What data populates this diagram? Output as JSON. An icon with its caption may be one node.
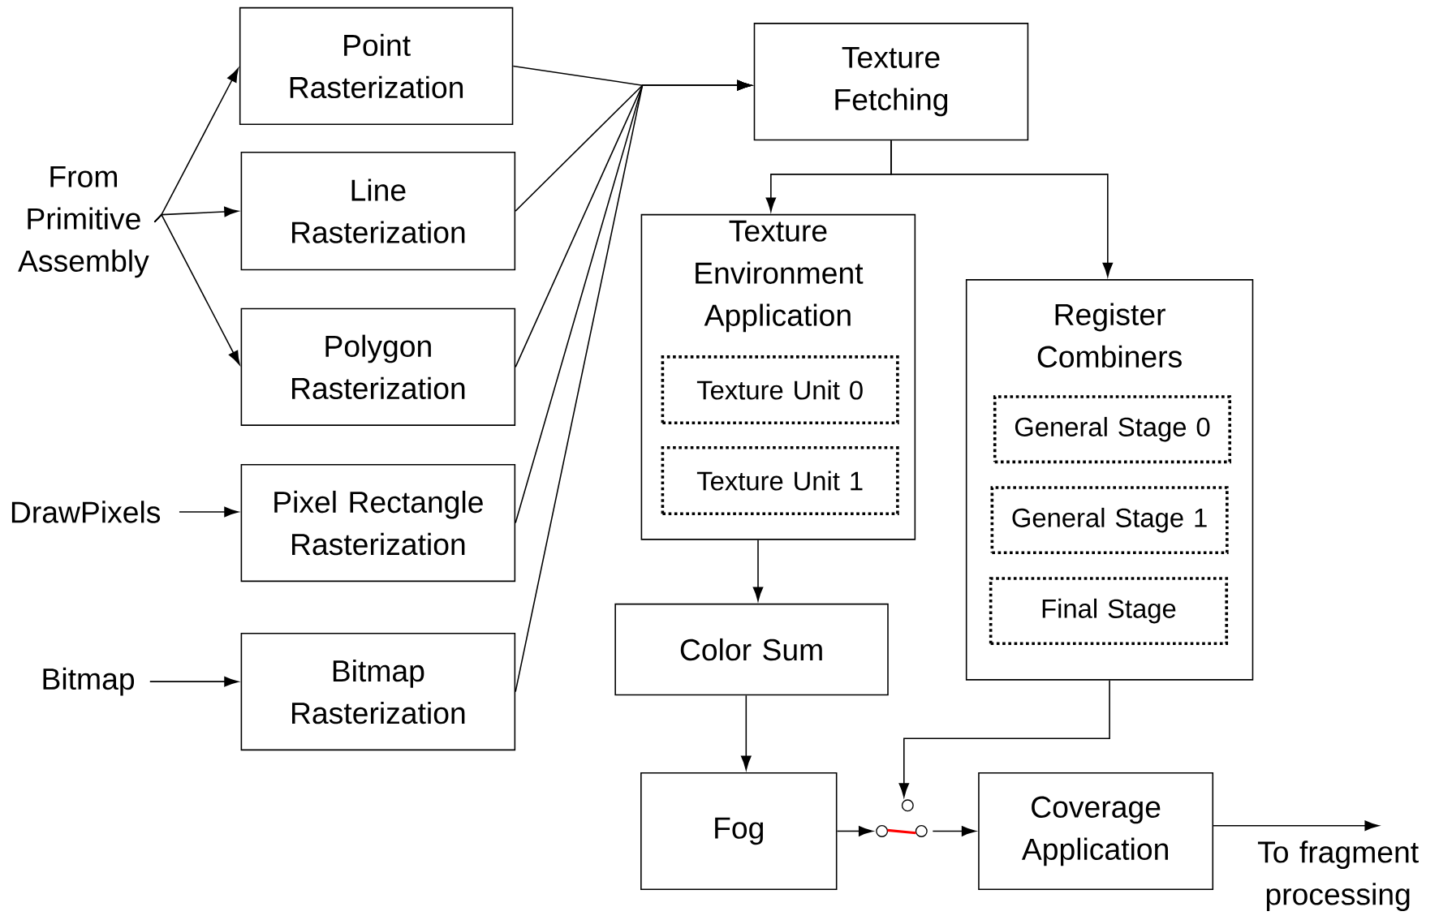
{
  "diagram": {
    "nodes": [
      {
        "text": [
          "Point Rasterization"
        ]
      },
      {
        "text": [
          "Line Rasterization"
        ]
      },
      {
        "text": [
          "Polygon Rasterization"
        ]
      },
      {
        "text": [
          "Pixel Rectangle Rasterization"
        ]
      },
      {
        "text": [
          "Bitmap Rasterization"
        ]
      },
      {
        "text": [
          "From Primitive Assembly"
        ]
      },
      {
        "text": [
          "DrawPixels"
        ]
      },
      {
        "text": [
          "Bitmap"
        ]
      },
      {
        "text": [
          "Texture Fetching"
        ]
      },
      {
        "text": [
          "Texture Environment Application"
        ]
      },
      {
        "text": [
          "Texture Unit 0"
        ],
        "in": 9
      },
      {
        "text": [
          "Texture Unit 1"
        ],
        "in": 9
      },
      {
        "text": [
          "Register Combiners"
        ]
      },
      {
        "text": [
          "General Stage 0"
        ],
        "in": 12
      },
      {
        "text": [
          "General Stage 1"
        ],
        "in": 12
      },
      {
        "text": [
          "Final Stage"
        ],
        "in": 12
      },
      {
        "text": [
          "Color Sum"
        ]
      },
      {
        "text": [
          "Fog"
        ]
      },
      {
        "text": [
          "Coverage Application"
        ]
      },
      {
        "text": [
          "To fragment processing"
        ]
      },
      {
        "text": [],
        "shape": "switch"
      }
    ],
    "edges": [
      {
        "from": 5,
        "to": 0,
        "arrow": "to"
      },
      {
        "from": 5,
        "to": 1,
        "arrow": "to"
      },
      {
        "from": 5,
        "to": 2,
        "arrow": "to"
      },
      {
        "from": 6,
        "to": 3,
        "arrow": "to"
      },
      {
        "from": 7,
        "to": 4,
        "arrow": "to"
      },
      {
        "from": 0,
        "to": 8,
        "arrow": "to"
      },
      {
        "from": 1,
        "to": 8,
        "arrow": "to"
      },
      {
        "from": 2,
        "to": 8,
        "arrow": "to"
      },
      {
        "from": 3,
        "to": 8,
        "arrow": "to"
      },
      {
        "from": 4,
        "to": 8,
        "arrow": "to"
      },
      {
        "from": 8,
        "to": 9,
        "arrow": "to"
      },
      {
        "from": 8,
        "to": 12,
        "arrow": "to"
      },
      {
        "from": 9,
        "to": 16,
        "arrow": "to"
      },
      {
        "from": 16,
        "to": 17,
        "arrow": "to"
      },
      {
        "from": 17,
        "to": 20,
        "arrow": "to"
      },
      {
        "from": 20,
        "to": 18,
        "arrow": "to"
      },
      {
        "from": 12,
        "to": 20,
        "arrow": "to"
      },
      {
        "from": 18,
        "to": 19,
        "arrow": "to"
      }
    ]
  }
}
